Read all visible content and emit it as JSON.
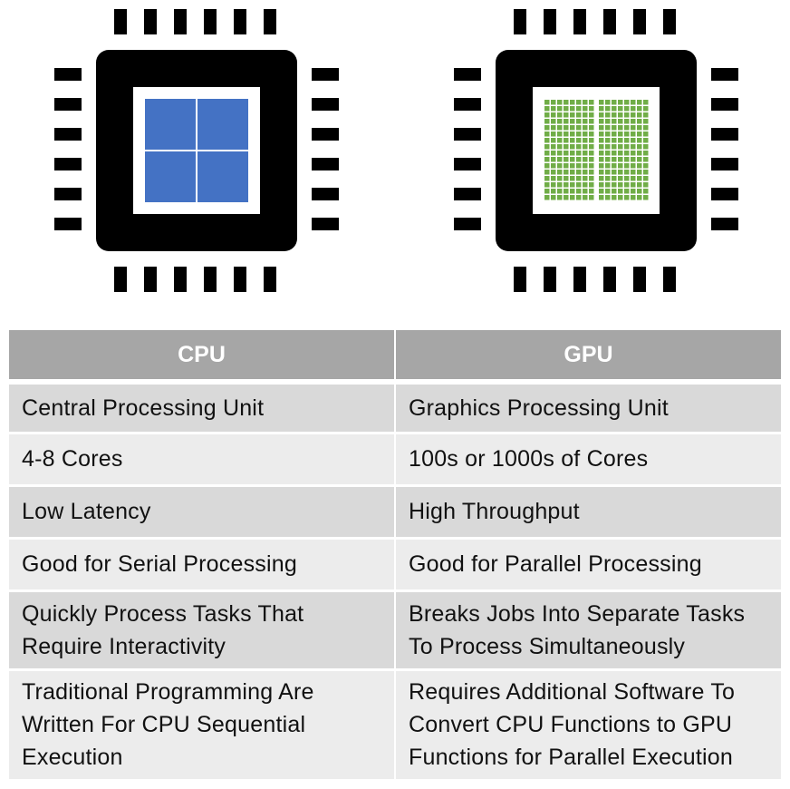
{
  "chips": [
    {
      "name": "CPU",
      "core_color": "#4472c4",
      "core_layout": "2x2"
    },
    {
      "name": "GPU",
      "core_color": "#70ad47",
      "core_layout": "many"
    }
  ],
  "table": {
    "headers": [
      "CPU",
      "GPU"
    ],
    "header_color": "#a6a6a6",
    "rows": [
      [
        "Central Processing Unit",
        "Graphics Processing Unit"
      ],
      [
        "4-8 Cores",
        "100s or 1000s of Cores"
      ],
      [
        "Low Latency",
        "High Throughput"
      ],
      [
        "Good for Serial Processing",
        "Good for Parallel Processing"
      ],
      [
        "Quickly Process Tasks That\nRequire Interactivity",
        "Breaks Jobs Into Separate Tasks\nTo Process Simultaneously"
      ],
      [
        "Traditional Programming Are\nWritten For CPU Sequential\nExecution",
        "Requires Additional Software To\nConvert CPU Functions to GPU\nFunctions for Parallel Execution"
      ]
    ]
  }
}
